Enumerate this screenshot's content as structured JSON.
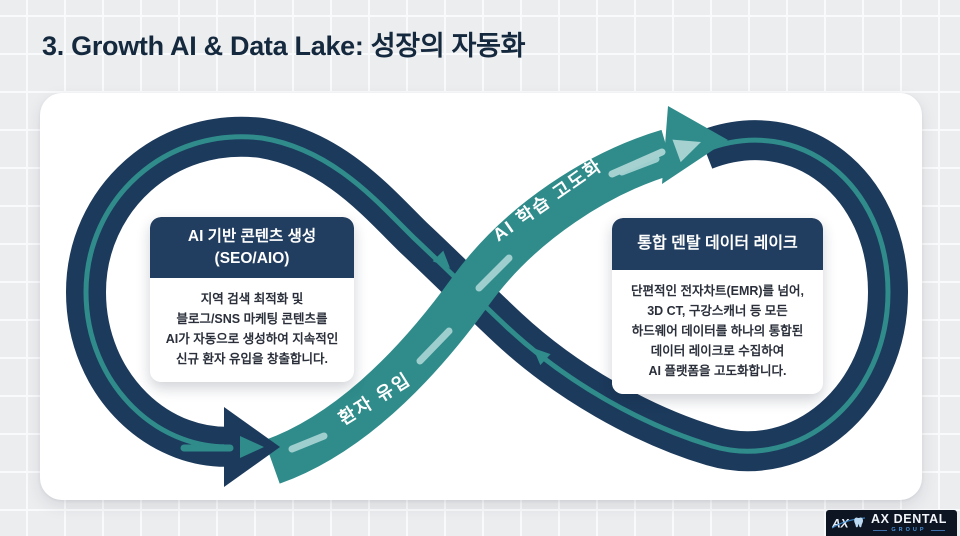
{
  "slide": {
    "title": "3. Growth AI & Data Lake: 성장의 자동화"
  },
  "diagram": {
    "flow_labels": {
      "patient_inflow": "환자 유입",
      "ai_learning": "AI 학습 고도화"
    },
    "cards": {
      "left": {
        "title": "AI 기반 콘텐츠 생성\n(SEO/AIO)",
        "body": "지역 검색 최적화 및\n블로그/SNS 마케팅 콘텐츠를\nAI가 자동으로 생성하여 지속적인\n신규 환자 유입을 창출합니다."
      },
      "right": {
        "title": "통합 덴탈 데이터 레이크",
        "body": "단편적인 전자차트(EMR)를 넘어,\n3D CT, 구강스캐너 등 모든\n하드웨어 데이터를 하나의 통합된\n데이터 레이크로 수집하여\nAI 플랫폼을 고도화합니다."
      }
    }
  },
  "logo": {
    "mark": "AX",
    "brand": "AX DENTAL",
    "sub": "GROUP"
  },
  "colors": {
    "navy_band": "#1c3a5c",
    "card_header_navy": "#213d60",
    "teal_ribbon": "#2f8c8b",
    "teal_light": "#a5d2d1",
    "title_text": "#15293e",
    "background": "#ecedef",
    "grid_line": "#f9fafb",
    "panel": "#ffffff",
    "logo_bg": "#0d1522",
    "logo_accent": "#4a92da"
  }
}
